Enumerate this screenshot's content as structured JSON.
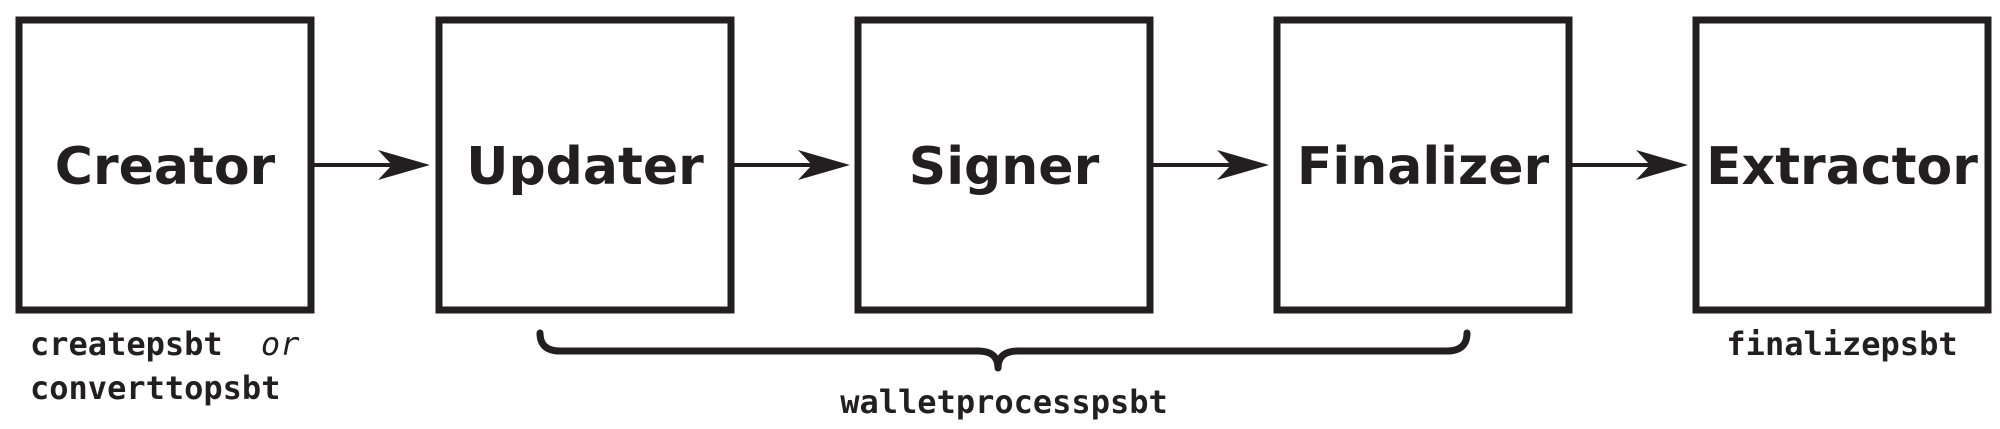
{
  "stages": [
    {
      "id": "creator",
      "label": "Creator"
    },
    {
      "id": "updater",
      "label": "Updater"
    },
    {
      "id": "signer",
      "label": "Signer"
    },
    {
      "id": "finalizer",
      "label": "Finalizer"
    },
    {
      "id": "extractor",
      "label": "Extractor"
    }
  ],
  "commands": {
    "creator_line1": "createpsbt",
    "creator_or": "or",
    "creator_line2": "converttopsbt",
    "middle": "walletprocesspsbt",
    "extractor": "finalizepsbt"
  },
  "colors": {
    "ink": "#231f20",
    "background": "#ffffff"
  }
}
